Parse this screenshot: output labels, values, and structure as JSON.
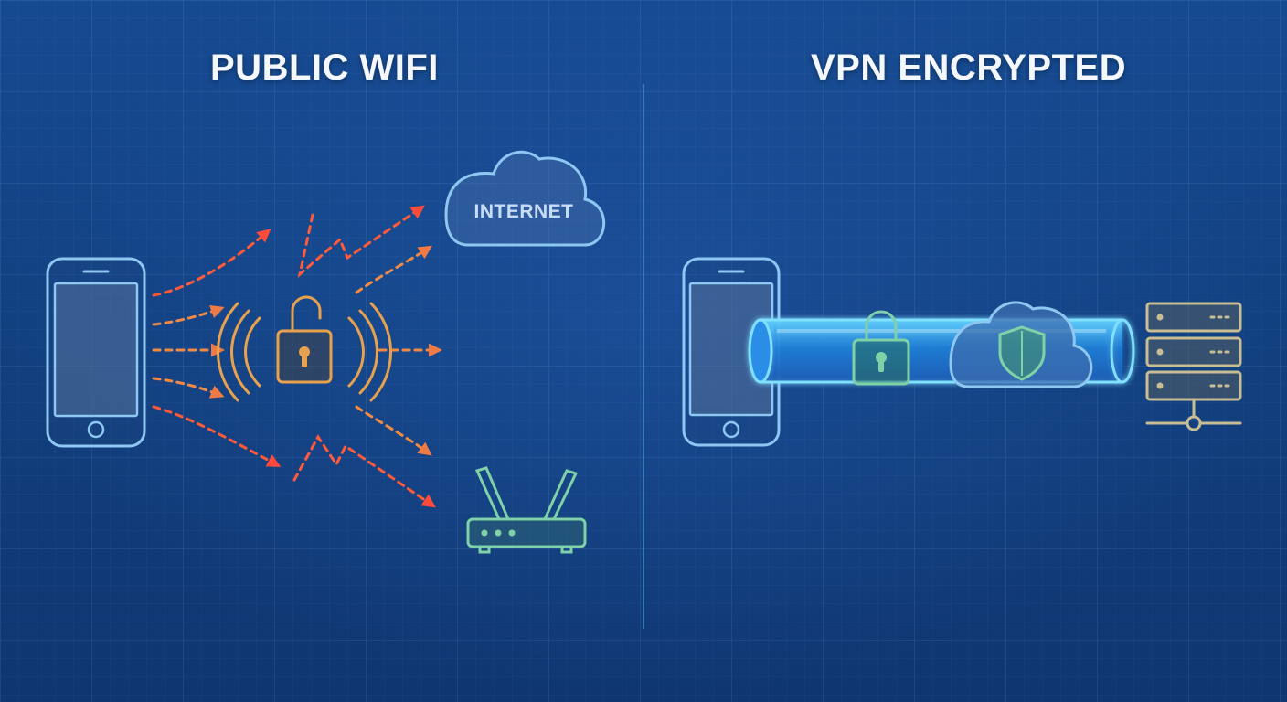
{
  "left_panel": {
    "title": "PUBLIC WIFI",
    "cloud_label": "INTERNET",
    "icons": {
      "device": "smartphone-icon",
      "center": "unlocked-padlock-icon",
      "destination_top": "cloud-icon",
      "destination_bottom": "router-icon"
    },
    "signal_color": "#ff6a3d"
  },
  "right_panel": {
    "title": "VPN ENCRYPTED",
    "icons": {
      "device": "smartphone-icon",
      "tunnel": "vpn-tunnel-icon",
      "lock": "locked-padlock-icon",
      "shield": "shield-cloud-icon",
      "destination": "server-rack-icon"
    },
    "tunnel_color": "#3db8ff"
  },
  "colors": {
    "background": "#12407f",
    "device_outline": "#8ec7f2",
    "unlocked_padlock": "#e8a14d",
    "secure_green": "#7fd1a8",
    "server_tan": "#c9bd93"
  }
}
